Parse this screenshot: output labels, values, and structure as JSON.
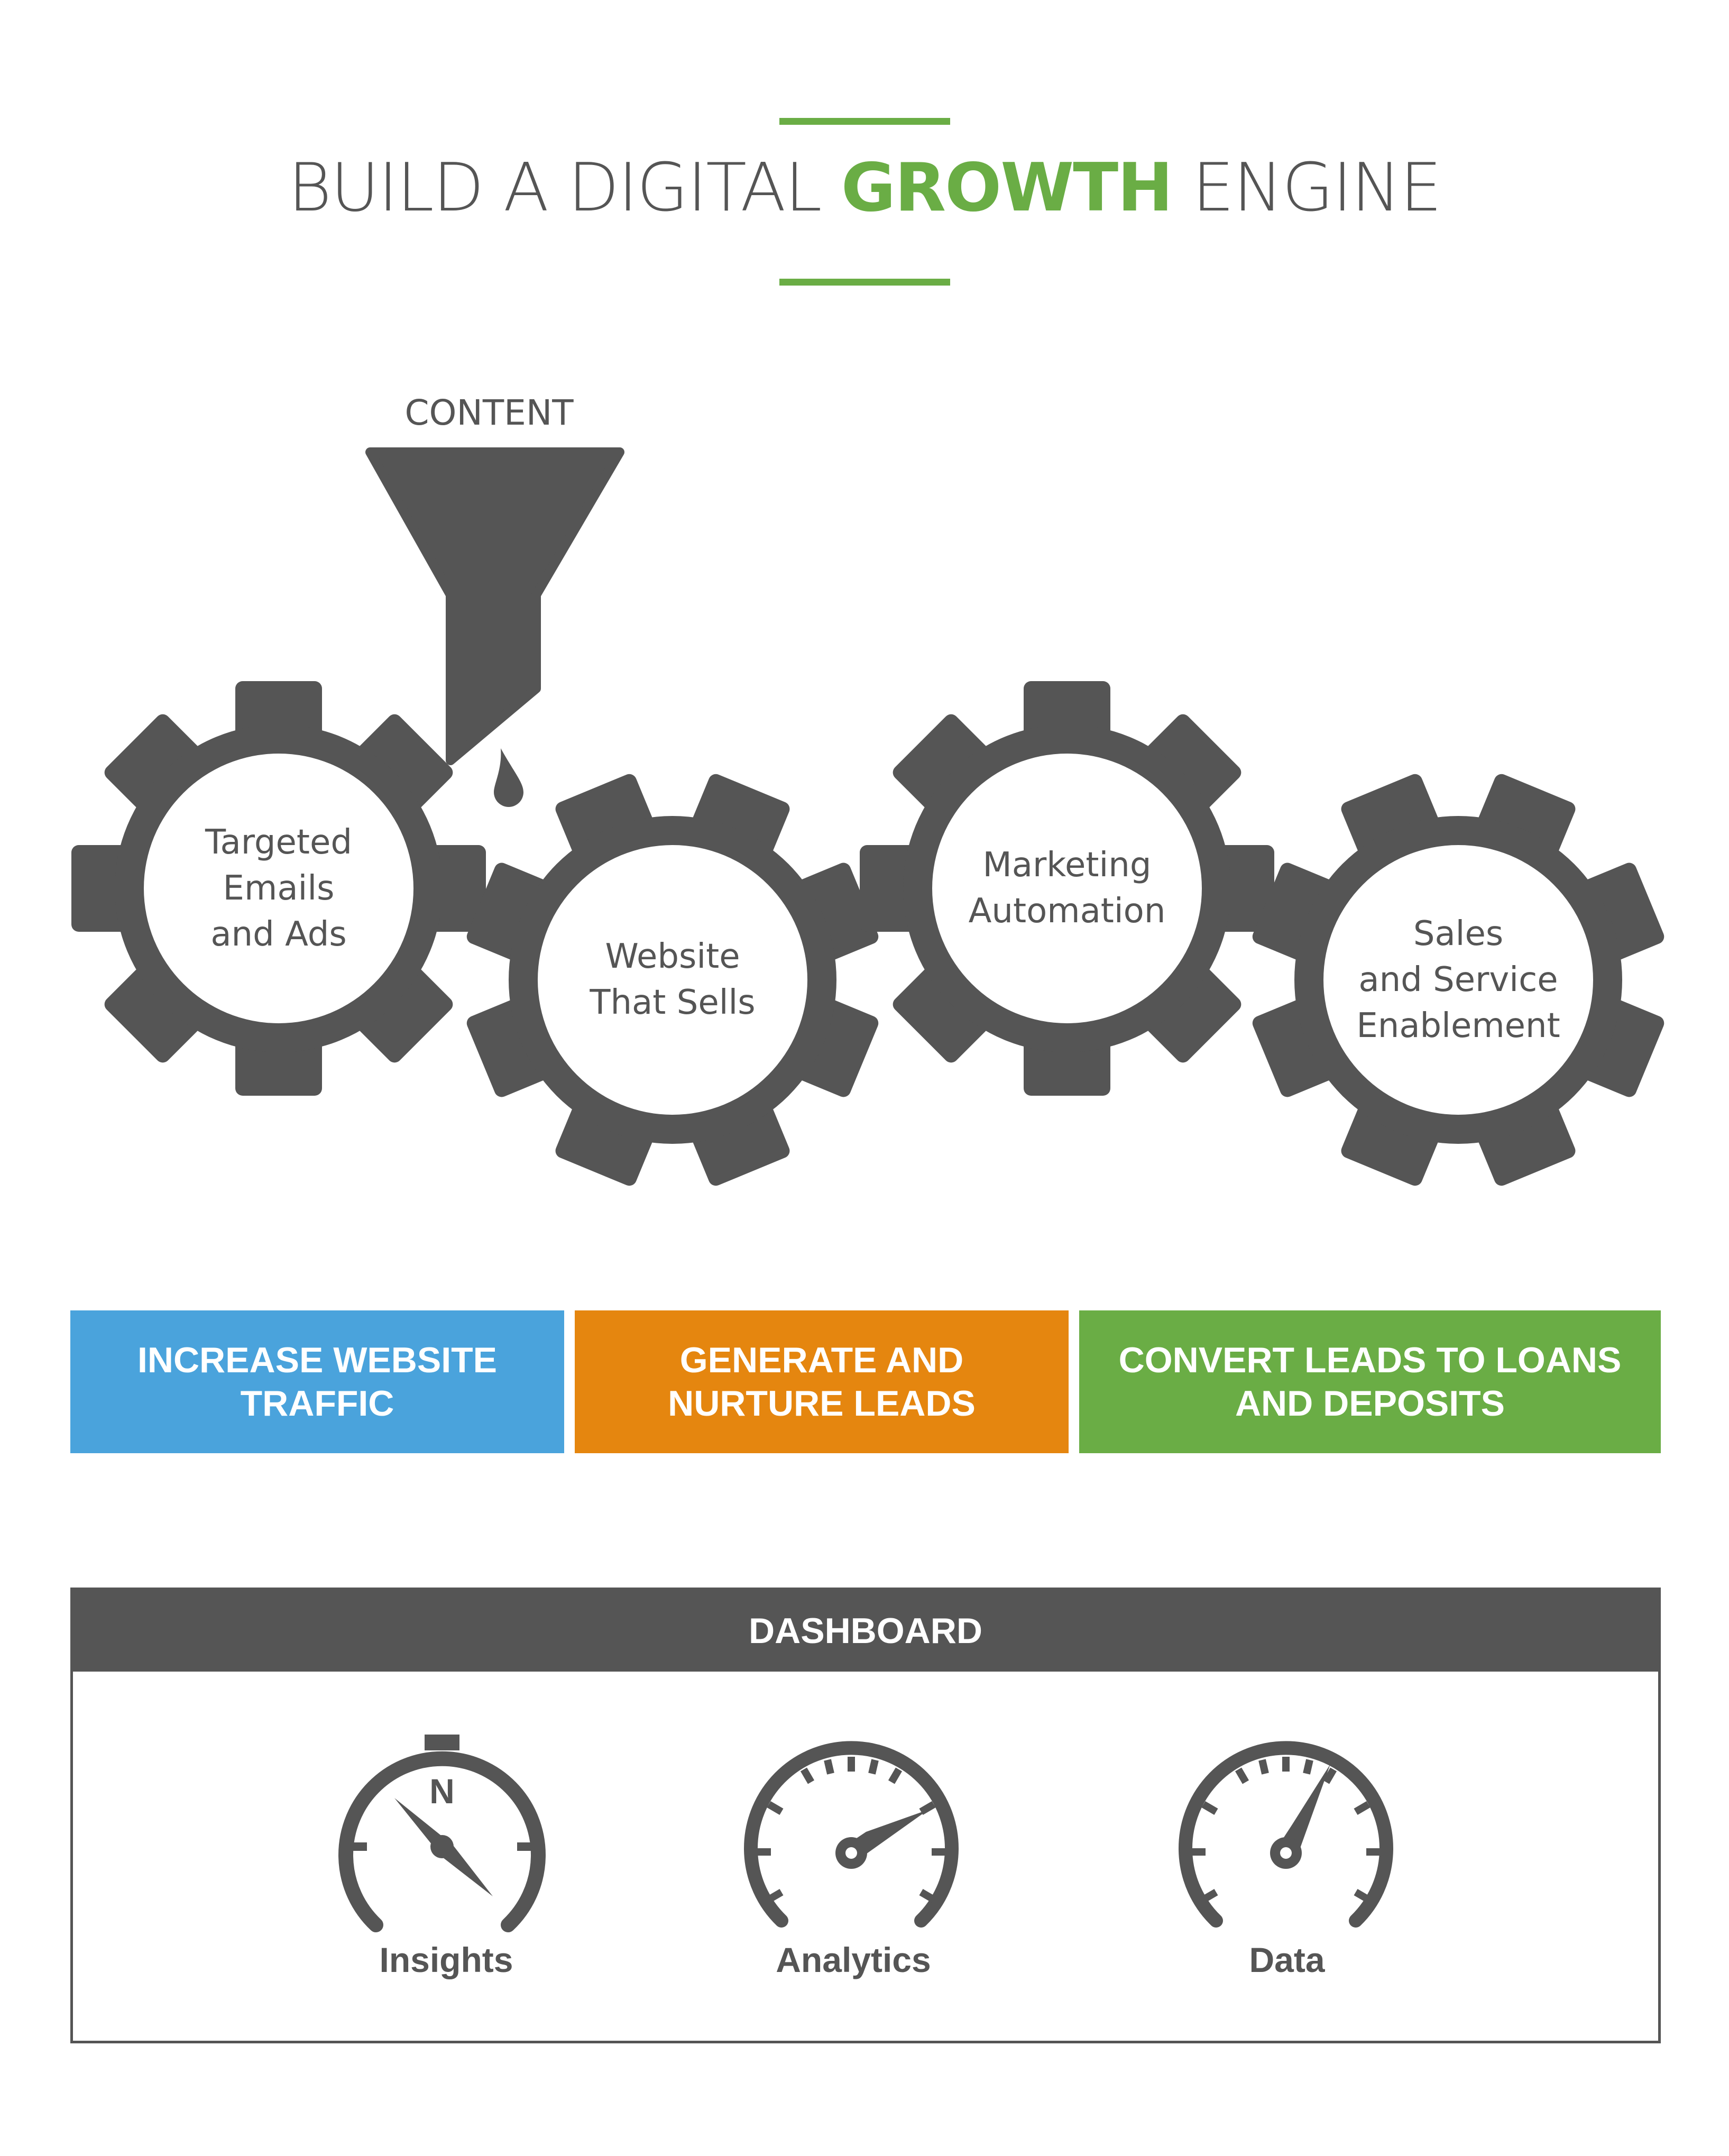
{
  "title": {
    "prefix": "BUILD A DIGITAL ",
    "highlight": "GROWTH",
    "suffix": " ENGINE"
  },
  "content_label": "CONTENT",
  "gears": [
    {
      "lines": [
        "Targeted",
        "Emails",
        "and Ads"
      ]
    },
    {
      "lines": [
        "Website",
        "That Sells"
      ]
    },
    {
      "lines": [
        "Marketing",
        "Automation"
      ]
    },
    {
      "lines": [
        "Sales",
        "and Service",
        "Enablement"
      ]
    }
  ],
  "stages": [
    {
      "lines": [
        "INCREASE WEBSITE",
        "TRAFFIC"
      ],
      "color": "#4aa3dc"
    },
    {
      "lines": [
        "GENERATE AND",
        "NURTURE LEADS"
      ],
      "color": "#e5860f"
    },
    {
      "lines": [
        "CONVERT LEADS TO LOANS",
        "AND DEPOSITS"
      ],
      "color": "#6aad45"
    }
  ],
  "dashboard": {
    "title": "DASHBOARD",
    "items": [
      {
        "label": "Insights",
        "icon": "compass-icon",
        "letter": "N"
      },
      {
        "label": "Analytics",
        "icon": "speedometer-icon"
      },
      {
        "label": "Data",
        "icon": "gauge-icon"
      }
    ]
  },
  "colors": {
    "dark": "#555555",
    "green": "#6aad45",
    "blue": "#4aa3dc",
    "orange": "#e5860f"
  }
}
